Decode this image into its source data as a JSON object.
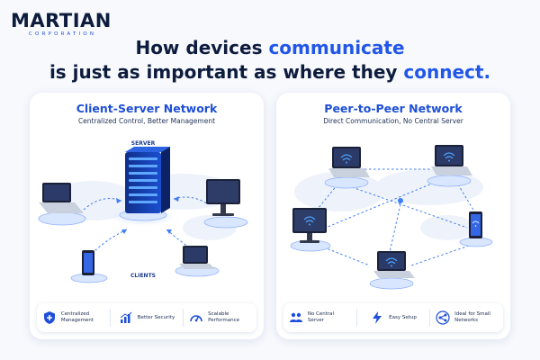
{
  "logo": {
    "name": "MARTIAN",
    "subtitle": "CORPORATION"
  },
  "headline": {
    "line1_prefix": "How devices ",
    "line1_highlight": "communicate",
    "line2_prefix": "is just as important as where they ",
    "line2_highlight": "connect."
  },
  "client_server": {
    "title": "Client-Server Network",
    "subtitle": "Centralized Control, Better Management",
    "server_label": "SERVER",
    "clients_label": "CLIENTS",
    "features": [
      {
        "icon": "shield-icon",
        "label": "Centralized Management"
      },
      {
        "icon": "bar-chart-icon",
        "label": "Better Security"
      },
      {
        "icon": "gauge-icon",
        "label": "Scalable Performance"
      }
    ]
  },
  "peer_to_peer": {
    "title": "Peer-to-Peer Network",
    "subtitle": "Direct Communication, No Central Server",
    "features": [
      {
        "icon": "users-icon",
        "label": "No Central Server"
      },
      {
        "icon": "lightning-icon",
        "label": "Easy Setup"
      },
      {
        "icon": "share-icon",
        "label": "Ideal for Small Networks"
      }
    ]
  },
  "colors": {
    "accent": "#1f4fd8",
    "navy": "#0d1b3d",
    "wifi": "#4da3ff"
  }
}
